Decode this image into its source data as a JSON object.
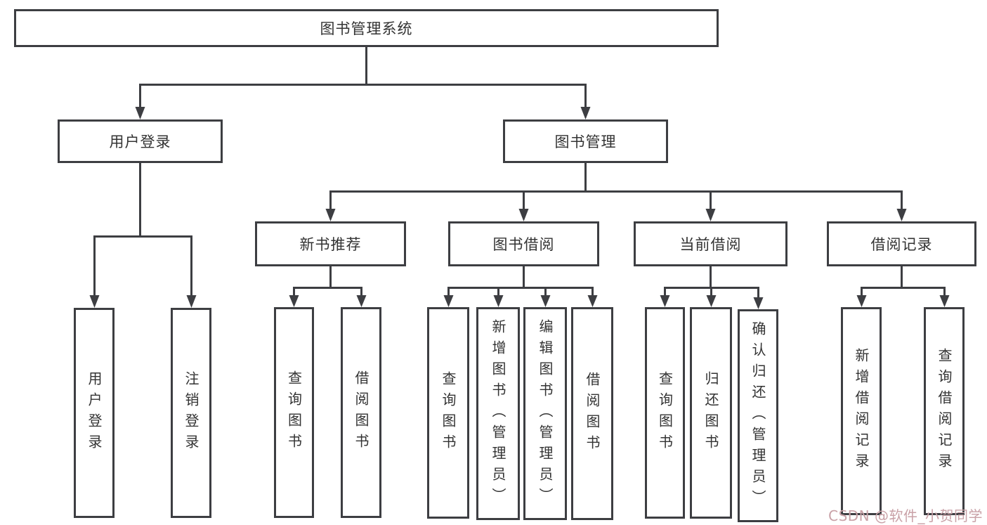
{
  "watermark": "CSDN @软件_小贺同学",
  "colors": {
    "line": "#3d3e42",
    "text": "#333333",
    "box_background": "#ffffff",
    "page_background": "#ffffff",
    "watermark": "#c9a1a7"
  },
  "tree": {
    "root": {
      "label": "图书管理系统",
      "children": [
        {
          "label": "用户登录",
          "children": [
            {
              "label": "用户登录"
            },
            {
              "label": "注销登录"
            }
          ]
        },
        {
          "label": "图书管理",
          "children": [
            {
              "label": "新书推荐",
              "children": [
                {
                  "label": "查询图书"
                },
                {
                  "label": "借阅图书"
                }
              ]
            },
            {
              "label": "图书借阅",
              "children": [
                {
                  "label": "查询图书"
                },
                {
                  "label": "新增图书（管理员）"
                },
                {
                  "label": "编辑图书（管理员）"
                },
                {
                  "label": "借阅图书"
                }
              ]
            },
            {
              "label": "当前借阅",
              "children": [
                {
                  "label": "查询图书"
                },
                {
                  "label": "归还图书"
                },
                {
                  "label": "确认归还（管理员）"
                }
              ]
            },
            {
              "label": "借阅记录",
              "children": [
                {
                  "label": "新增借阅记录"
                },
                {
                  "label": "查询借阅记录"
                }
              ]
            }
          ]
        }
      ]
    }
  }
}
